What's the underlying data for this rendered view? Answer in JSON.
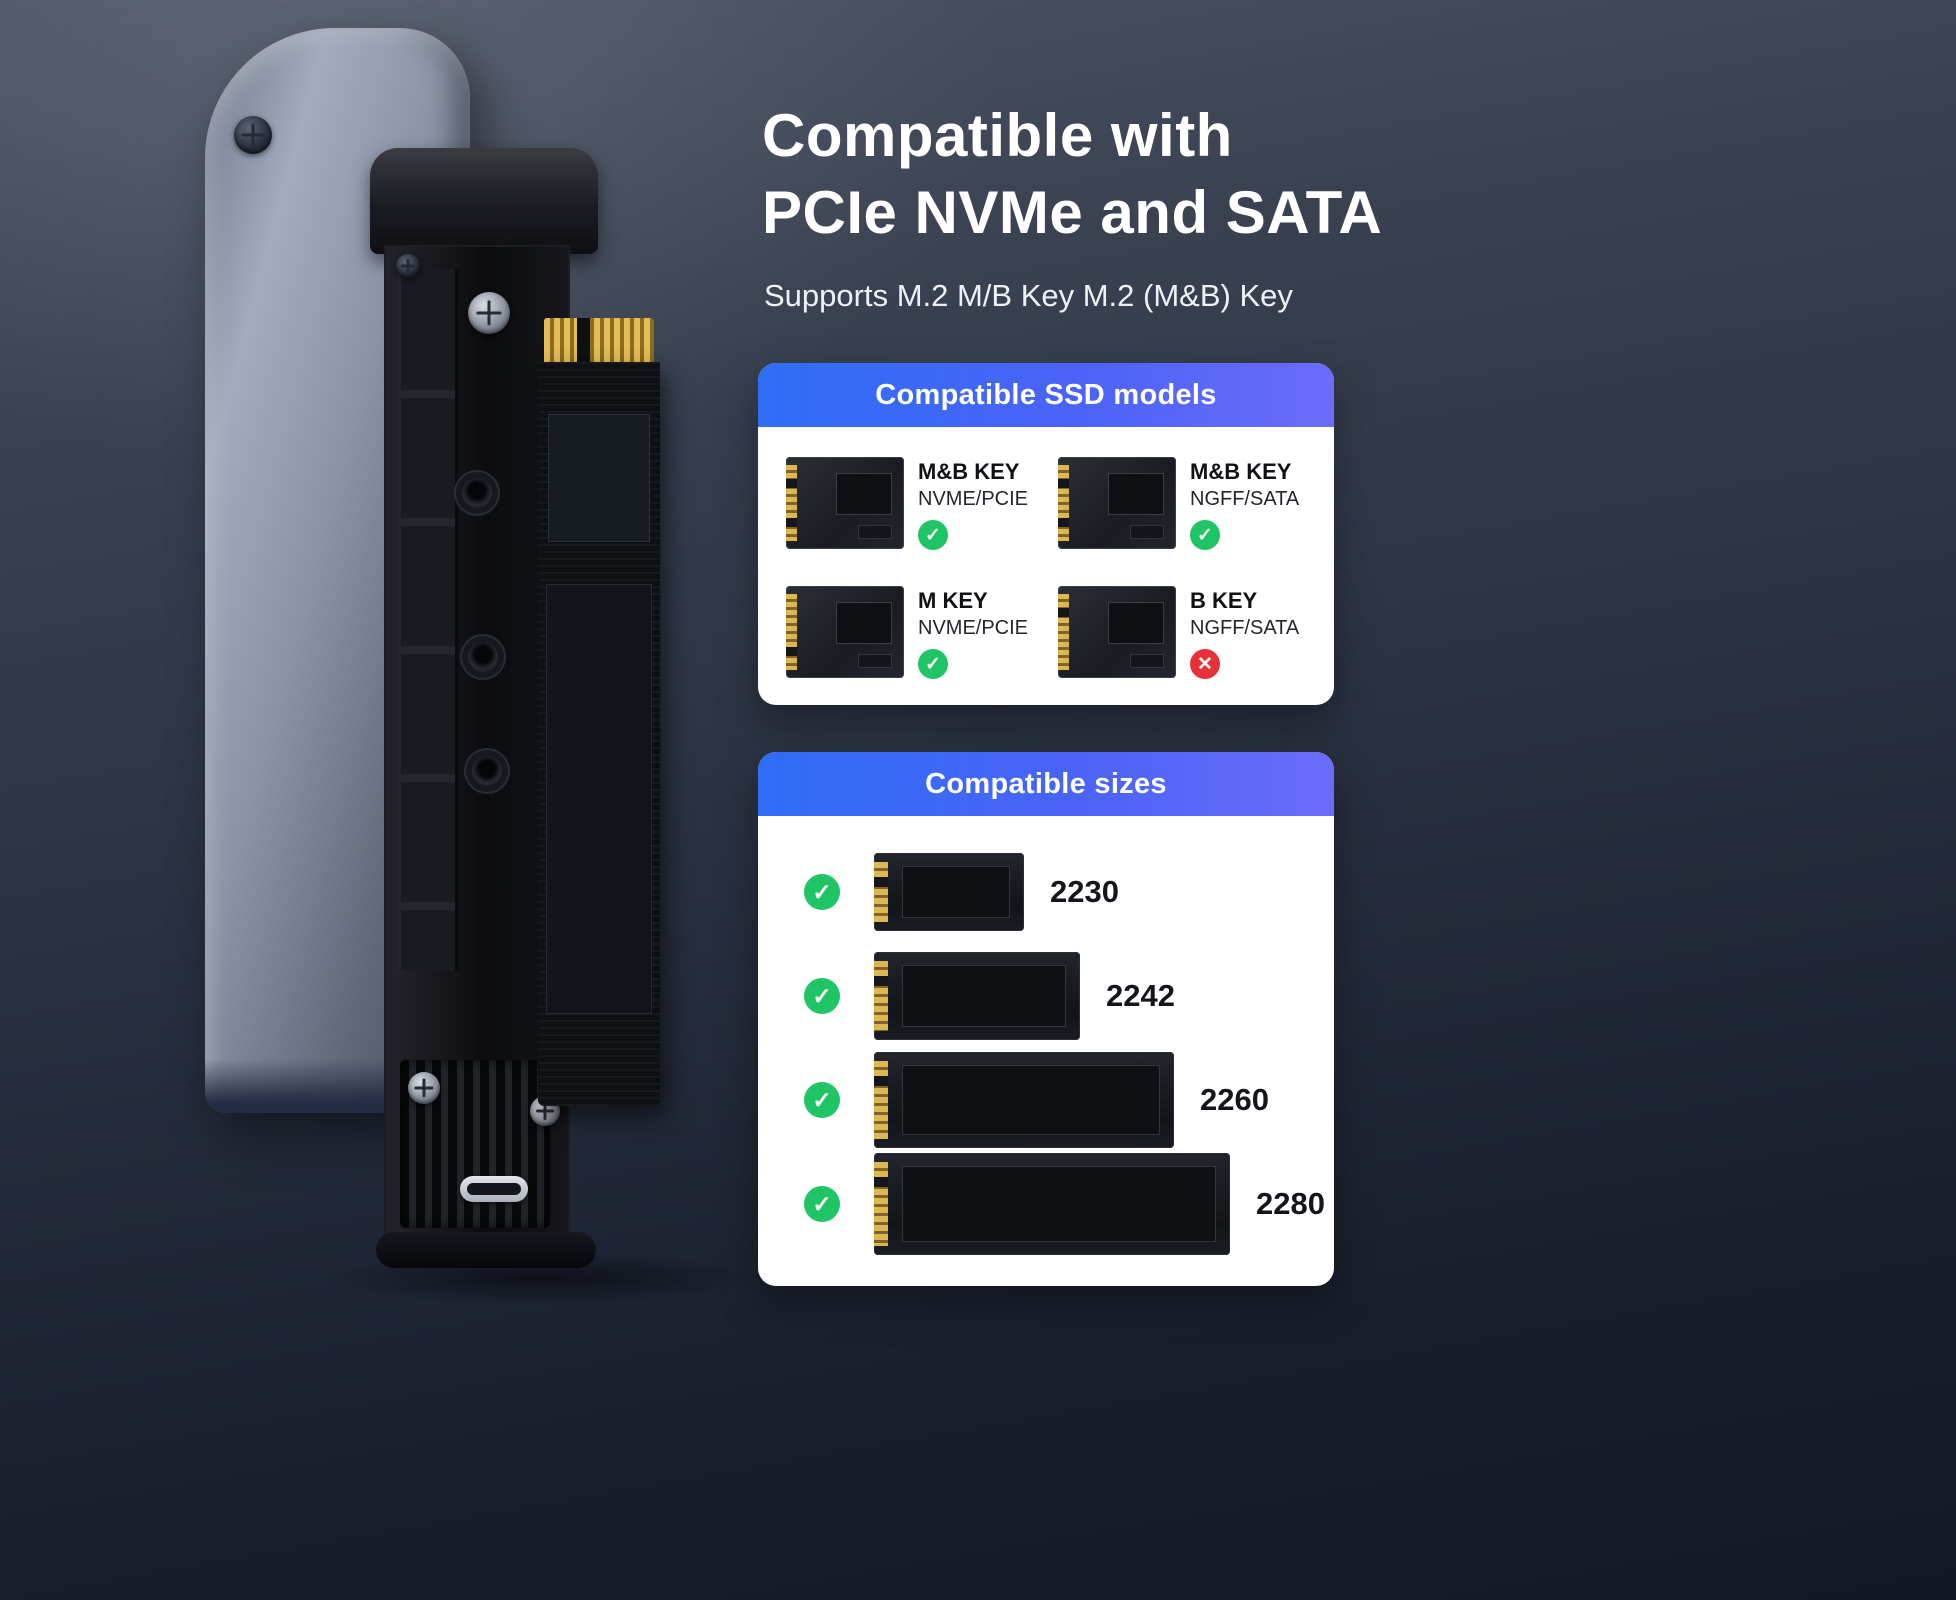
{
  "headline": {
    "line1": "Compatible with",
    "line2": "PCIe NVMe and SATA",
    "subtitle": "Supports M.2 M/B Key M.2 (M&B) Key"
  },
  "ssd_models_card": {
    "title": "Compatible SSD models",
    "items": [
      {
        "key": "M&B KEY",
        "interface": "NVME/PCIE",
        "status": "supported"
      },
      {
        "key": "M&B KEY",
        "interface": "NGFF/SATA",
        "status": "supported"
      },
      {
        "key": "M KEY",
        "interface": "NVME/PCIE",
        "status": "supported"
      },
      {
        "key": "B KEY",
        "interface": "NGFF/SATA",
        "status": "unsupported"
      }
    ]
  },
  "sizes_card": {
    "title": "Compatible sizes",
    "items": [
      {
        "size": "2230",
        "supported": true
      },
      {
        "size": "2242",
        "supported": true
      },
      {
        "size": "2260",
        "supported": true
      },
      {
        "size": "2280",
        "supported": true
      }
    ]
  },
  "icons": {
    "check": "✓",
    "cross": "✕"
  },
  "colors": {
    "accent_blue_left": "#2e6ef5",
    "accent_blue_right": "#6b6cf9",
    "check_green": "#1fc465",
    "cross_red": "#e8303a",
    "background_top": "#4d5566",
    "background_bottom": "#131826"
  }
}
